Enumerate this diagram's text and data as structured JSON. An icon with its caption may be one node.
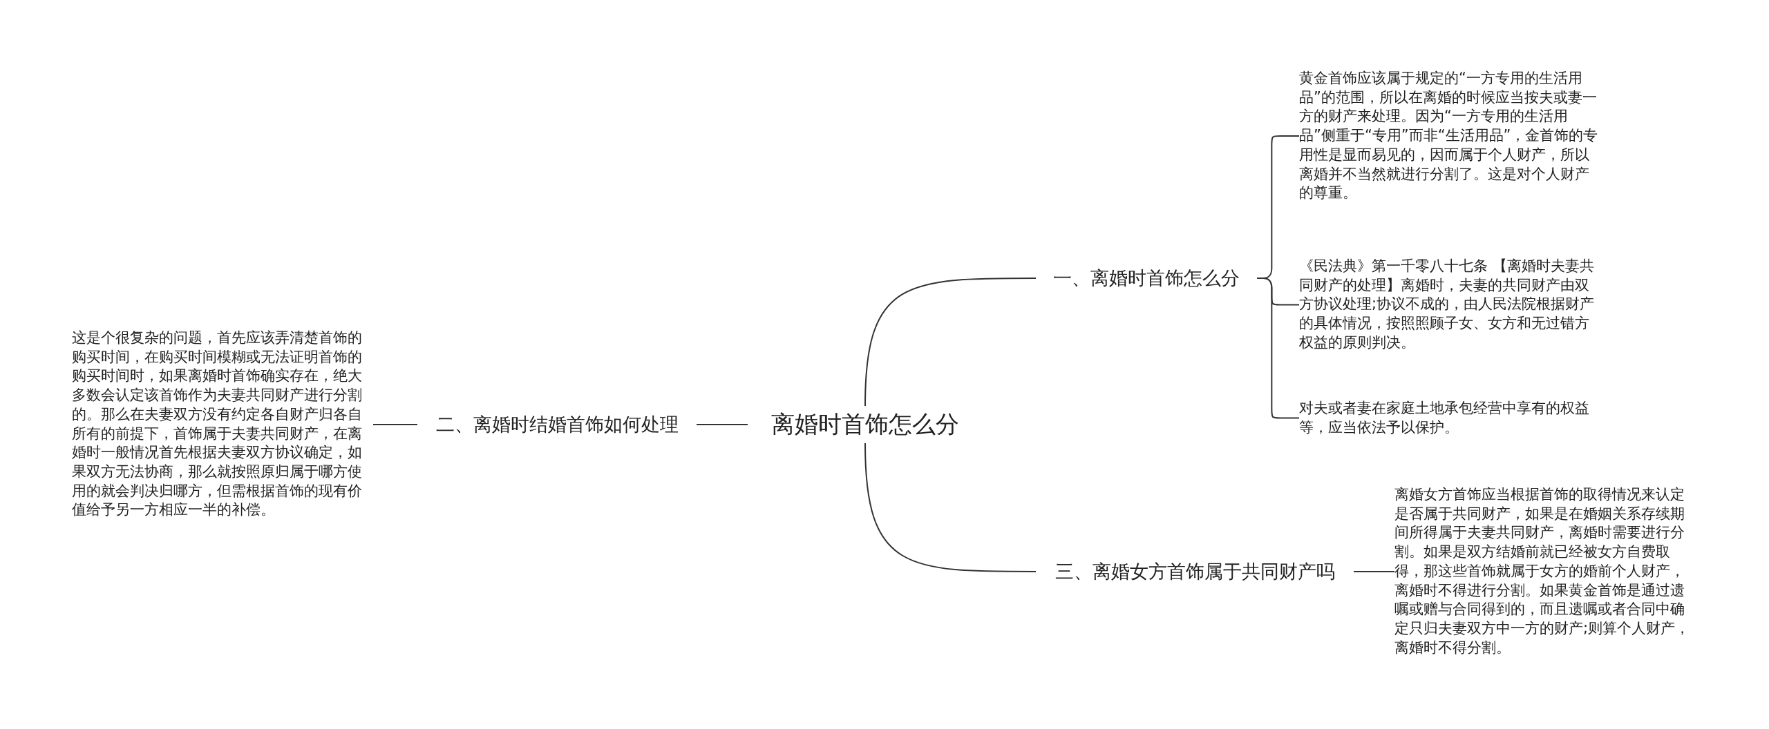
{
  "diagram": {
    "nodes": [
      {
        "text": [
          "离婚时首饰怎么分"
        ]
      },
      {
        "text": [
          "一、离婚时首饰怎么分"
        ]
      },
      {
        "text": [
          "黄金首饰应该属于规定的“一方专用的生活用品”的范围，所以在离婚的时候应当按夫或妻一方的财产来处理。因为“一方专用的生活用品”侧重于“专用”而非“生活用品”，金首饰的专用性是显而易见的，因而属于个人财产，所以离婚并不当然就进行分割了。这是对个人财产的尊重。"
        ]
      },
      {
        "text": [
          "《民法典》第一千零八十七条 【离婚时夫妻共同财产的处理】离婚时，夫妻的共同财产由双方协议处理;协议不成的，由人民法院根据财产的具体情况，按照照顾子女、女方和无过错方权益的原则判决。"
        ]
      },
      {
        "text": [
          "对夫或者妻在家庭土地承包经营中享有的权益等，应当依法予以保护。"
        ]
      },
      {
        "text": [
          "二、离婚时结婚首饰如何处理"
        ]
      },
      {
        "text": [
          "这是个很复杂的问题，首先应该弄清楚首饰的购买时间，在购买时间模糊或无法证明首饰的购买时间时，如果离婚时首饰确实存在，绝大多数会认定该首饰作为夫妻共同财产进行分割的。那么在夫妻双方没有约定各自财产归各自所有的前提下，首饰属于夫妻共同财产，在离婚时一般情况首先根据夫妻双方协议确定，如果双方无法协商，那么就按照原归属于哪方使用的就会判决归哪方，但需根据首饰的现有价值给予另一方相应一半的补偿。"
        ]
      },
      {
        "text": [
          "三、离婚女方首饰属于共同财产吗"
        ]
      },
      {
        "text": [
          "离婚女方首饰应当根据首饰的取得情况来认定是否属于共同财产，如果是在婚姻关系存续期间所得属于夫妻共同财产，离婚时需要进行分割。如果是双方结婚前就已经被女方自费取得，那这些首饰就属于女方的婚前个人财产，离婚时不得进行分割。如果黄金首饰是通过遗嘱或赠与合同得到的，而且遗嘱或者合同中确定只归夫妻双方中一方的财产;则算个人财产，离婚时不得分割。"
        ]
      }
    ],
    "edges": [
      {
        "from": 0,
        "to": 1,
        "arrow": "none"
      },
      {
        "from": 1,
        "to": 2,
        "arrow": "none"
      },
      {
        "from": 1,
        "to": 3,
        "arrow": "none"
      },
      {
        "from": 1,
        "to": 4,
        "arrow": "none"
      },
      {
        "from": 0,
        "to": 5,
        "arrow": "none"
      },
      {
        "from": 5,
        "to": 6,
        "arrow": "none"
      },
      {
        "from": 0,
        "to": 7,
        "arrow": "none"
      },
      {
        "from": 7,
        "to": 8,
        "arrow": "none"
      }
    ]
  }
}
